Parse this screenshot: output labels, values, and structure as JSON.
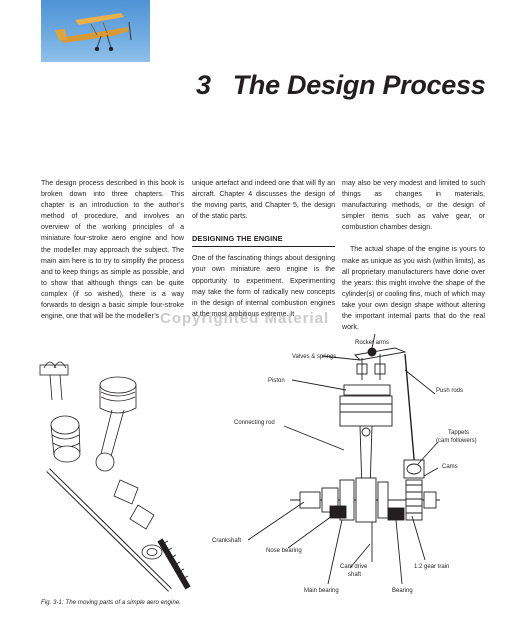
{
  "chapter": {
    "number": "3",
    "title": "The Design Process"
  },
  "columns": {
    "col1": "The design process described in this book is broken down into three chapters. This chapter is an introduction to the author’s method of procedure, and involves an overview of the working principles of a miniature four-stroke aero engine and how the modeller may approach the subject. The main aim here is to try to simplify the process and to keep things as simple as possible, and to show that although things can be quite complex (if so wished), there is a way forwards to design a basic simple four-stroke engine, one that will be the modeller’s",
    "col2_p1": "unique artefact and indeed one that will fly an aircraft. Chapter 4 discusses the design of the moving parts, and Chapter 5, the design of the static parts.",
    "col2_heading": "DESIGNING THE ENGINE",
    "col2_p2": "One of the fascinating things about designing your own miniature aero engine is the opportunity to experiment. Experimenting may take the form of radically new concepts in the design of internal combustion engines at the most ambitious extreme. It",
    "col3_p1": "may also be very modest and limited to such things as changes in materials, manufacturing methods, or the design of simpler items such as valve gear, or combustion chamber design.",
    "col3_p2": "The actual shape of the engine is yours to make as unique as you wish (within limits), as all proprietary manufacturers have done over the years: this might involve the shape of the cylinder(s) or cooling fins, much of which may take your own design shape without altering the important internal parts that do the real work."
  },
  "watermark": "Copyrighted Material",
  "figure": {
    "labels": {
      "rocker_arms": "Rocker arms",
      "valves_springs": "Valves & springs",
      "piston": "Piston",
      "push_rods": "Push rods",
      "connecting_rod": "Connecting rod",
      "tappets": "Tappets",
      "tappets_sub": "(cam followers)",
      "cams": "Cams",
      "crankshaft": "Crankshaft",
      "nose_bearing": "Nose bearing",
      "cam_drive": "Cam drive",
      "cam_drive_sub": "shaft",
      "gear_train": "1:2 gear train",
      "main_bearing": "Main bearing",
      "bearing": "Bearing"
    },
    "caption": "Fig. 3-1: The moving parts of a simple aero engine."
  },
  "colors": {
    "sky": "#6eaae0",
    "plane": "#e0a53a",
    "ink": "#231f20"
  }
}
